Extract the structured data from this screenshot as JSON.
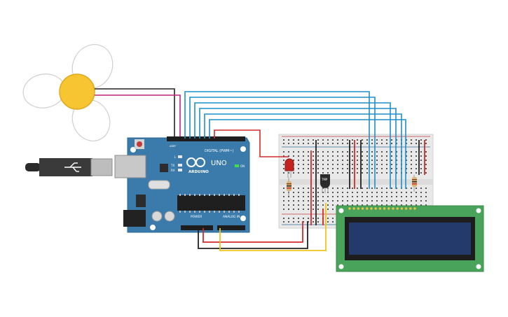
{
  "board": {
    "logo_text": "ARDUINO",
    "model_text": "UNO",
    "digital_header": "DIGITAL (PWM~)",
    "power_header": "POWER",
    "analog_header": "ANALOG IN",
    "on_led": "ON",
    "l_led": "L",
    "tx_led": "TX",
    "rx_led": "RX",
    "aref": "AREF",
    "gnd": "GND",
    "reset_button": "RESET"
  },
  "sensor": {
    "label": "TMP"
  },
  "colors": {
    "board_blue": "#3a7bab",
    "board_dark": "#2b6a96",
    "breadboard": "#e9e9e9",
    "lcd_green": "#4aa35a",
    "lcd_screen": "#233a6b",
    "fan_yellow": "#f7c531",
    "wire_blue": "#1f8fc8",
    "wire_red": "#d42a2a",
    "wire_black": "#222222",
    "wire_yellow": "#f0c419",
    "wire_magenta": "#c2227e"
  }
}
